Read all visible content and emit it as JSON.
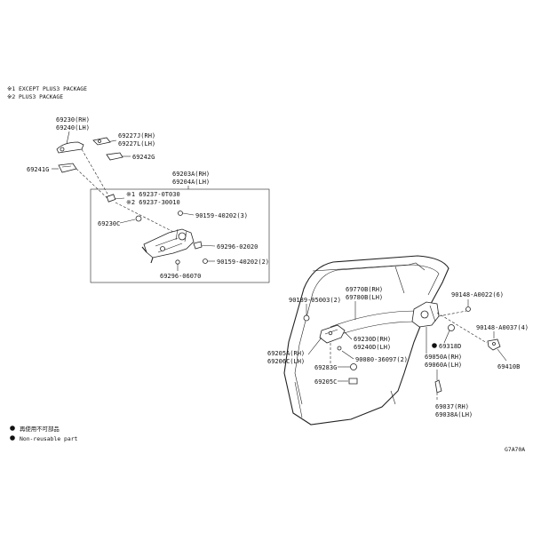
{
  "notes": {
    "note1": "※1 EXCEPT PLUS3 PACKAGE",
    "note2": "※2 PLUS3 PACKAGE"
  },
  "labels": {
    "p69230_rh": "69230(RH)",
    "p69240_lh": "69240(LH)",
    "p69227J_rh": "69227J(RH)",
    "p69227L_lh": "69227L(LH)",
    "p69242G": "69242G",
    "p69241G": "69241G",
    "p69203A_rh": "69203A(RH)",
    "p69204A_lh": "69204A(LH)",
    "p69237_0T030": "※1 69237-0T030",
    "p69237_30010": "※2 69237-30010",
    "p69230C": "69230C",
    "p90159_40202_3": "90159-40202(3)",
    "p69296_02020": "69296-02020",
    "p90159_40202_2": "90159-40202(2)",
    "p69296_06070": "69296-06070",
    "p90189_05003": "90189-05003(2)",
    "p69770B_rh": "69770B(RH)",
    "p69780B_lh": "69780B(LH)",
    "p90148_A0022": "90148-A0022(6)",
    "p90148_A0037": "90148-A0037(4)",
    "p69410B": "69410B",
    "p69230D_rh": "69230D(RH)",
    "p69240D_lh": "69240D(LH)",
    "p69318D": "69318D",
    "p69205A_rh": "69205A(RH)",
    "p69206C_lh": "69206C(LH)",
    "p90080_36097": "90080-36097(2)",
    "p69050A_rh": "69050A(RH)",
    "p69060A_lh": "69060A(LH)",
    "p69283G": "69283G",
    "p69205C": "69205C",
    "p69037_rh": "69037(RH)",
    "p69038A_lh": "69038A(LH)"
  },
  "legend": {
    "jp": "再使用不可部品",
    "en": "Non-reusable part"
  },
  "figure_code": "G7A70A"
}
